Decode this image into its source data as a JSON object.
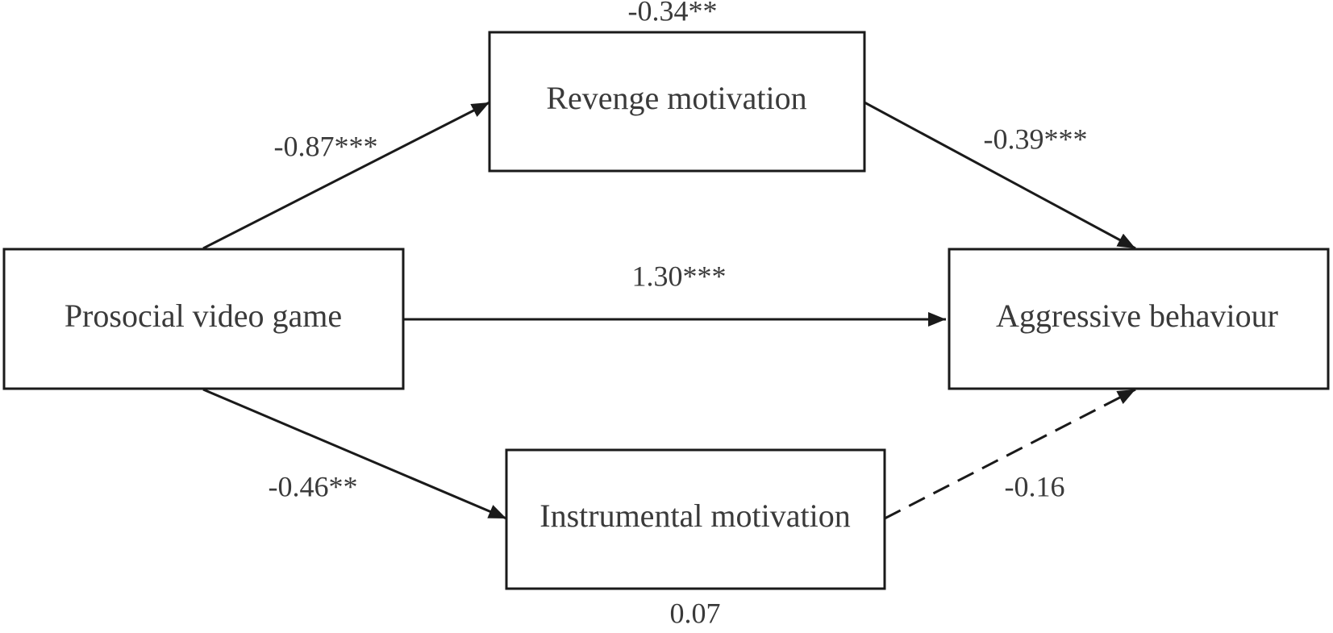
{
  "nodes": {
    "prosocial_video_game": "Prosocial video game",
    "revenge_motivation": "Revenge motivation",
    "instrumental_motivation": "Instrumental motivation",
    "aggressive_behaviour": "Aggressive behaviour"
  },
  "edges": {
    "prosocial_to_revenge": "-0.87***",
    "revenge_to_aggressive": "-0.39***",
    "prosocial_to_aggressive": "1.30***",
    "prosocial_to_instrumental": "-0.46**",
    "instrumental_to_aggressive": "-0.16"
  },
  "annotations": {
    "revenge_top": "-0.34**",
    "instrumental_bottom": "0.07"
  },
  "colors": {
    "stroke": "#1a1a1a",
    "text": "#3a3a3a",
    "background": "#ffffff"
  }
}
